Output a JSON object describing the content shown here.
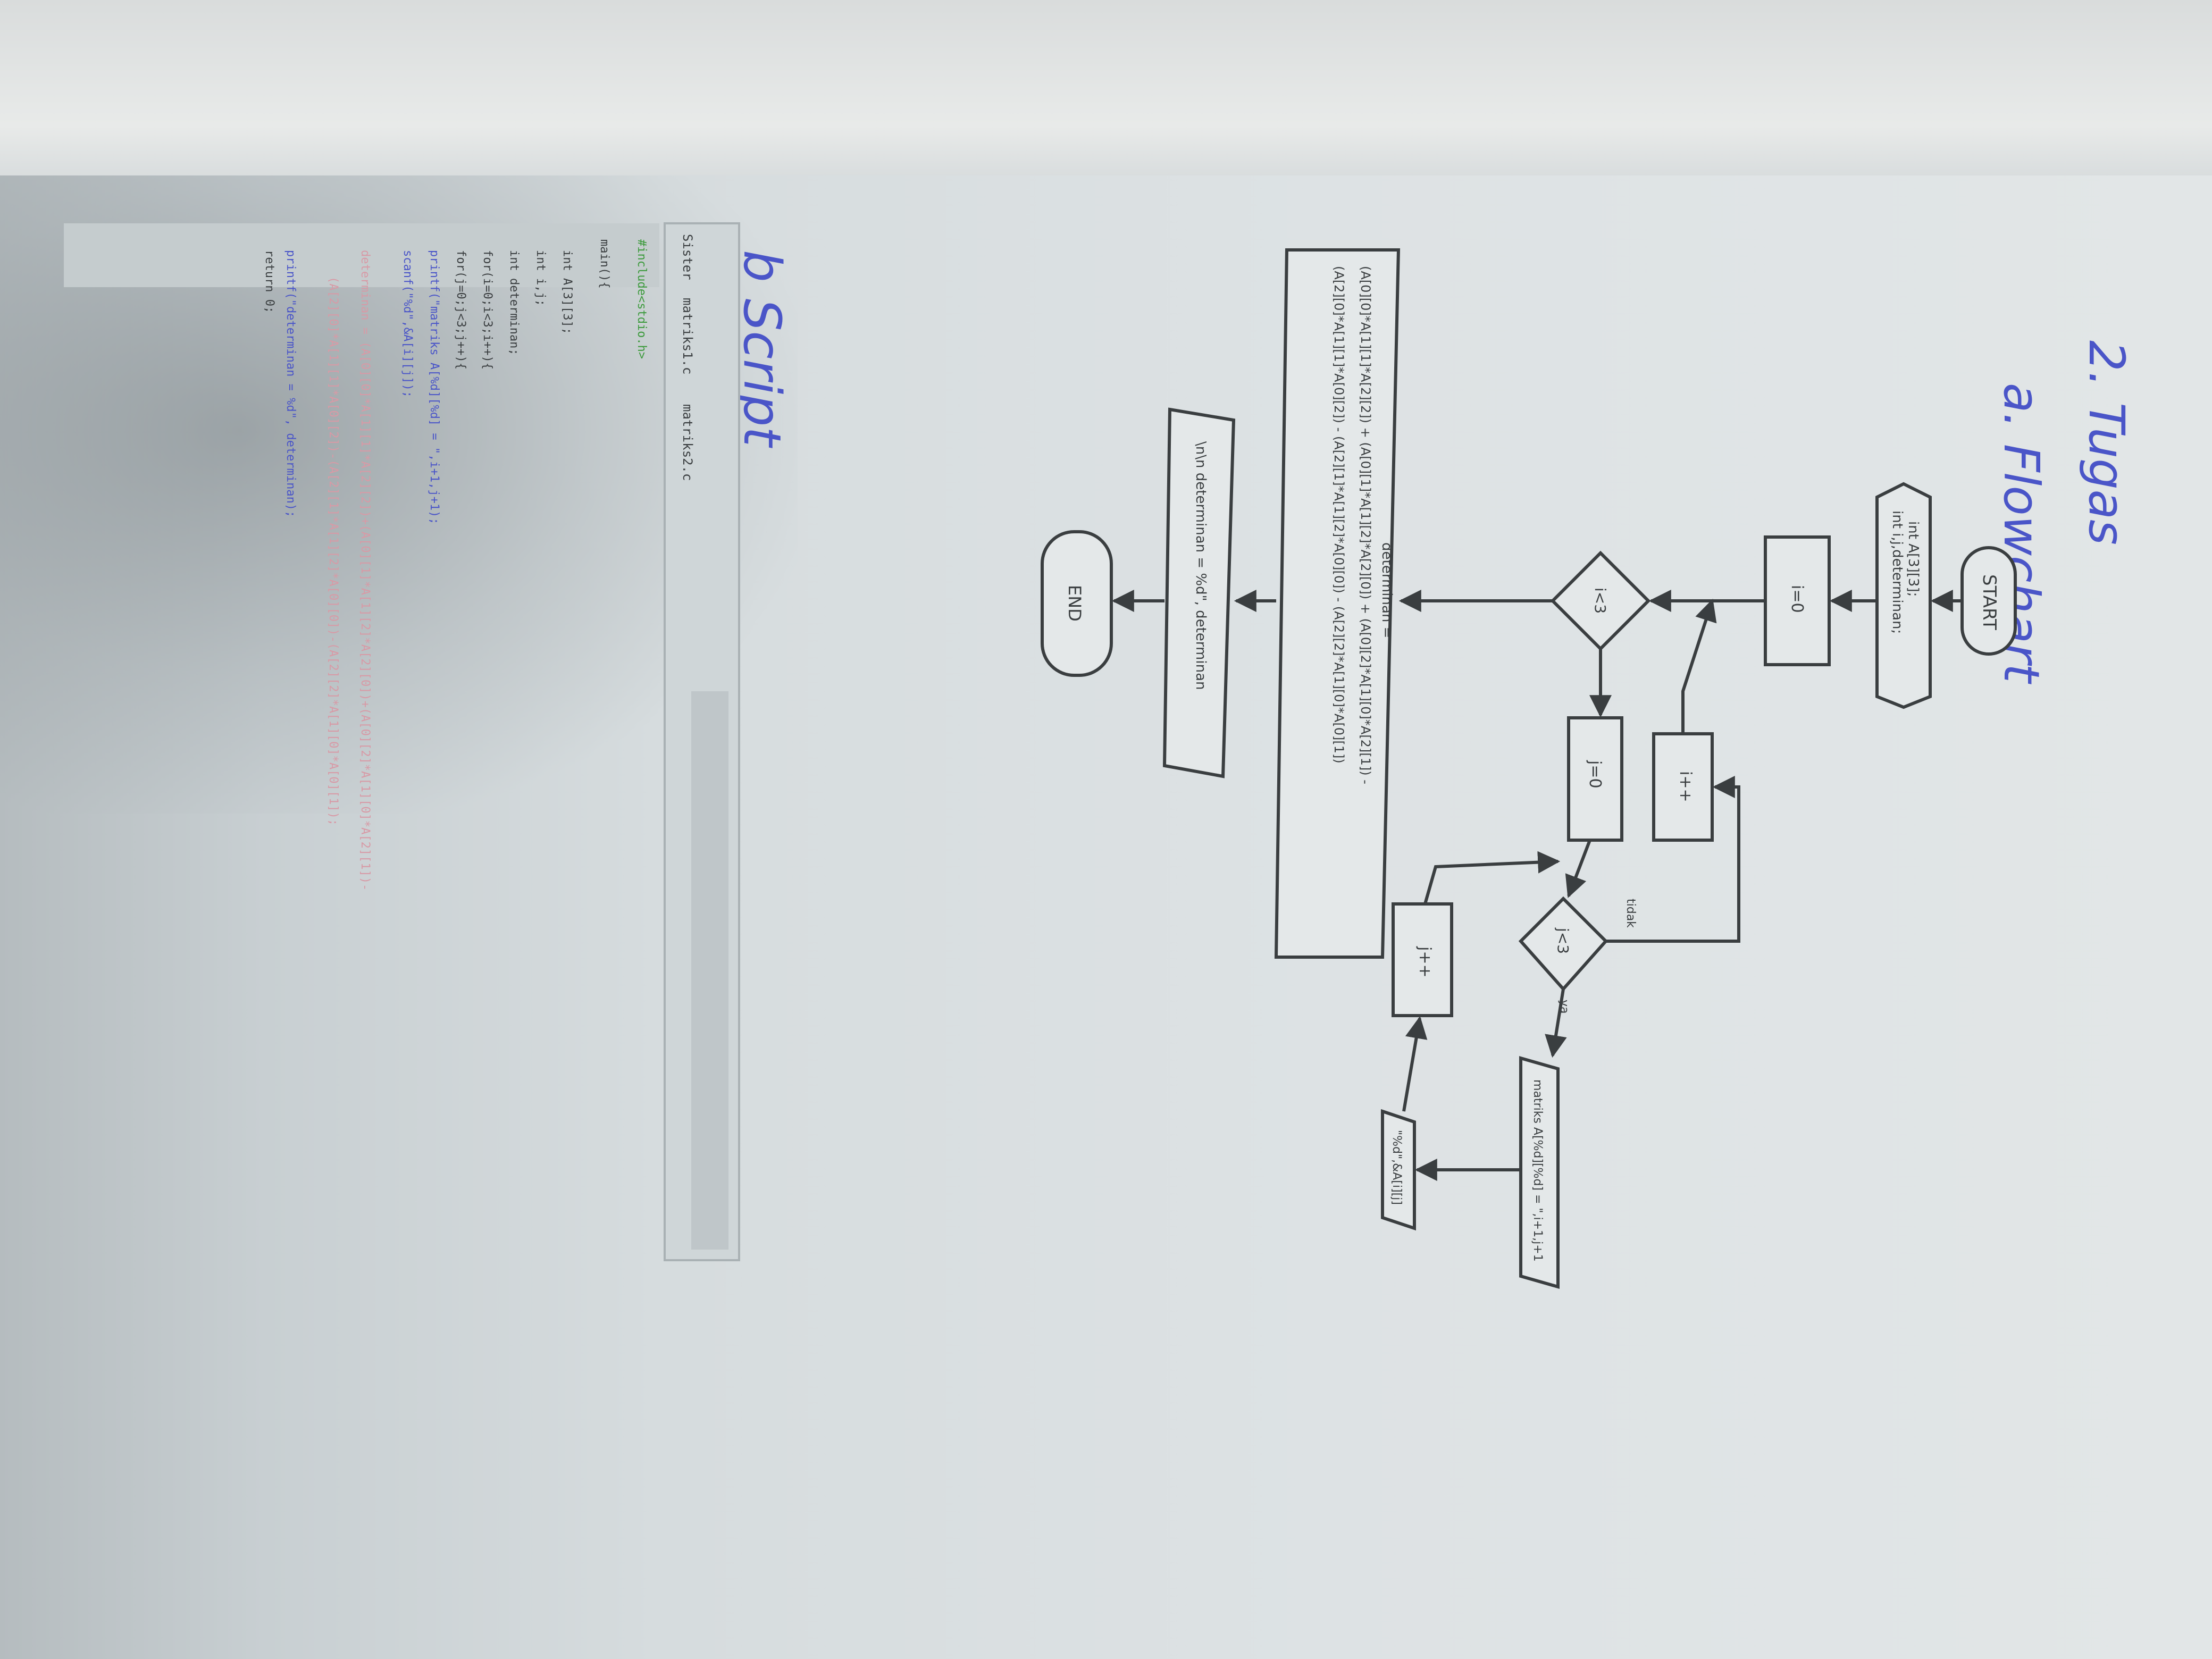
{
  "handwritten": {
    "title_number": "2. Tugas",
    "subtitle": "a. Flowchart",
    "script_label": "b Script"
  },
  "flowchart": {
    "start": "START",
    "declare_1": "int A[3][3];",
    "declare_2": "int i,j,determinan;",
    "init_i": "i=0",
    "cond_i": "i<3",
    "init_j": "j=0",
    "cond_j": "j<3",
    "label_yes": "ya",
    "label_no": "tidak",
    "input_prompt": "matriks A[%d][%d] = \",i+1,j+1",
    "scan": "\"%d\",&A[i][j]",
    "inc_j": "j++",
    "inc_i": "i++",
    "det_label": "determinan =",
    "det_line_1": "(A[0][0]*A[1][1]*A[2][2]) + (A[0][1]*A[1][2]*A[2][0]) + (A[0][2]*A[1][0]*A[2][1]) -",
    "det_line_2": "(A[2][0]*A[1][1]*A[0][2]) - (A[2][1]*A[1][2]*A[0][0]) - (A[2][2]*A[1][0]*A[0][1])",
    "output": "\\n\\n determinan = %d\", determinan",
    "end": "END"
  },
  "code_editor": {
    "tab_1": "Sister",
    "tab_2": "matriks1.c",
    "tab_3": "matriks2.c",
    "lines": [
      "#include<stdio.h>",
      "main(){",
      "int A[3][3];",
      "int i,j;",
      "int determinan;",
      "for(i=0;i<3;i++){",
      "for(j=0;j<3;j++){",
      "printf(\"matriks A[%d][%d] = \",i+1,j+1);",
      "scanf(\"%d\",&A[i][j]);",
      "determinan = (A[0][0]*A[1][1]*A[2][2])+(A[0][1]*A[1][2]*A[2][0])+(A[0][2]*A[1][0]*A[2][1])-",
      "(A[2][0]*A[1][1]*A[0][2])-(A[2][1]*A[1][2]*A[0][0])-(A[2][2]*A[1][0]*A[0][1]);",
      "printf(\"determinan = %d\", determinan);",
      "return 0;"
    ]
  },
  "colors": {
    "ink_blue": "#4a55c8",
    "print_dark": "#3a3e40",
    "code_green": "#3c9a3c",
    "code_pink": "#d89aa6"
  }
}
